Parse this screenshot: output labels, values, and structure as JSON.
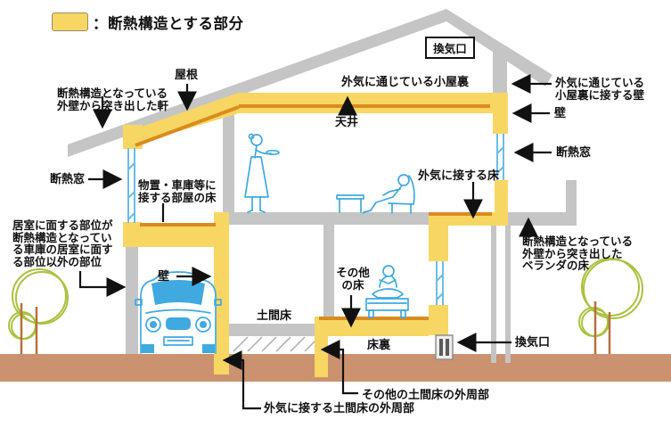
{
  "legend": {
    "label": "：断熱構造とする部分"
  },
  "labels": {
    "roof": "屋根",
    "eaves": "断熱構造となっている\n外壁から突き出した軒",
    "insulated_window_left": "断熱窓",
    "storage_room_floor": "物置・車庫等に\n接する部屋の床",
    "vent_top": "換気口",
    "attic": "外気に通じている小屋裏",
    "attic_wall": "外気に通じている\n小屋裏に接する壁",
    "wall_right": "壁",
    "ceiling": "天井",
    "insulated_window_right": "断熱窓",
    "floor_outside_air": "外気に接する床",
    "garage_parts": "居室に面する部位が\n断熱構造となってい\nる車庫の居室に面す\nる部位以外の部位",
    "wall_garage": "壁",
    "doma_floor": "土間床",
    "other_floor": "その他\nの床",
    "underfloor": "床裏",
    "vent_bottom": "換気口",
    "veranda_floor": "断熱構造となっている\n外壁から突き出した\nベランダの床",
    "other_doma_perimeter": "その他の土間床の外周部",
    "outside_doma_perimeter": "外気に接する土間床の外周部"
  },
  "colors": {
    "insulation_yellow": "#F8D663",
    "insulation_edge_orange": "#D98C1E",
    "structure_gray": "#C5C5C5",
    "ground_brown": "#CB9270",
    "sketch_blue": "#3FA9E0",
    "window_blue": "#6BBCE8",
    "tree_green": "#A9C23F",
    "trunk_brown": "#B5713C",
    "arrow_black": "#111111"
  }
}
